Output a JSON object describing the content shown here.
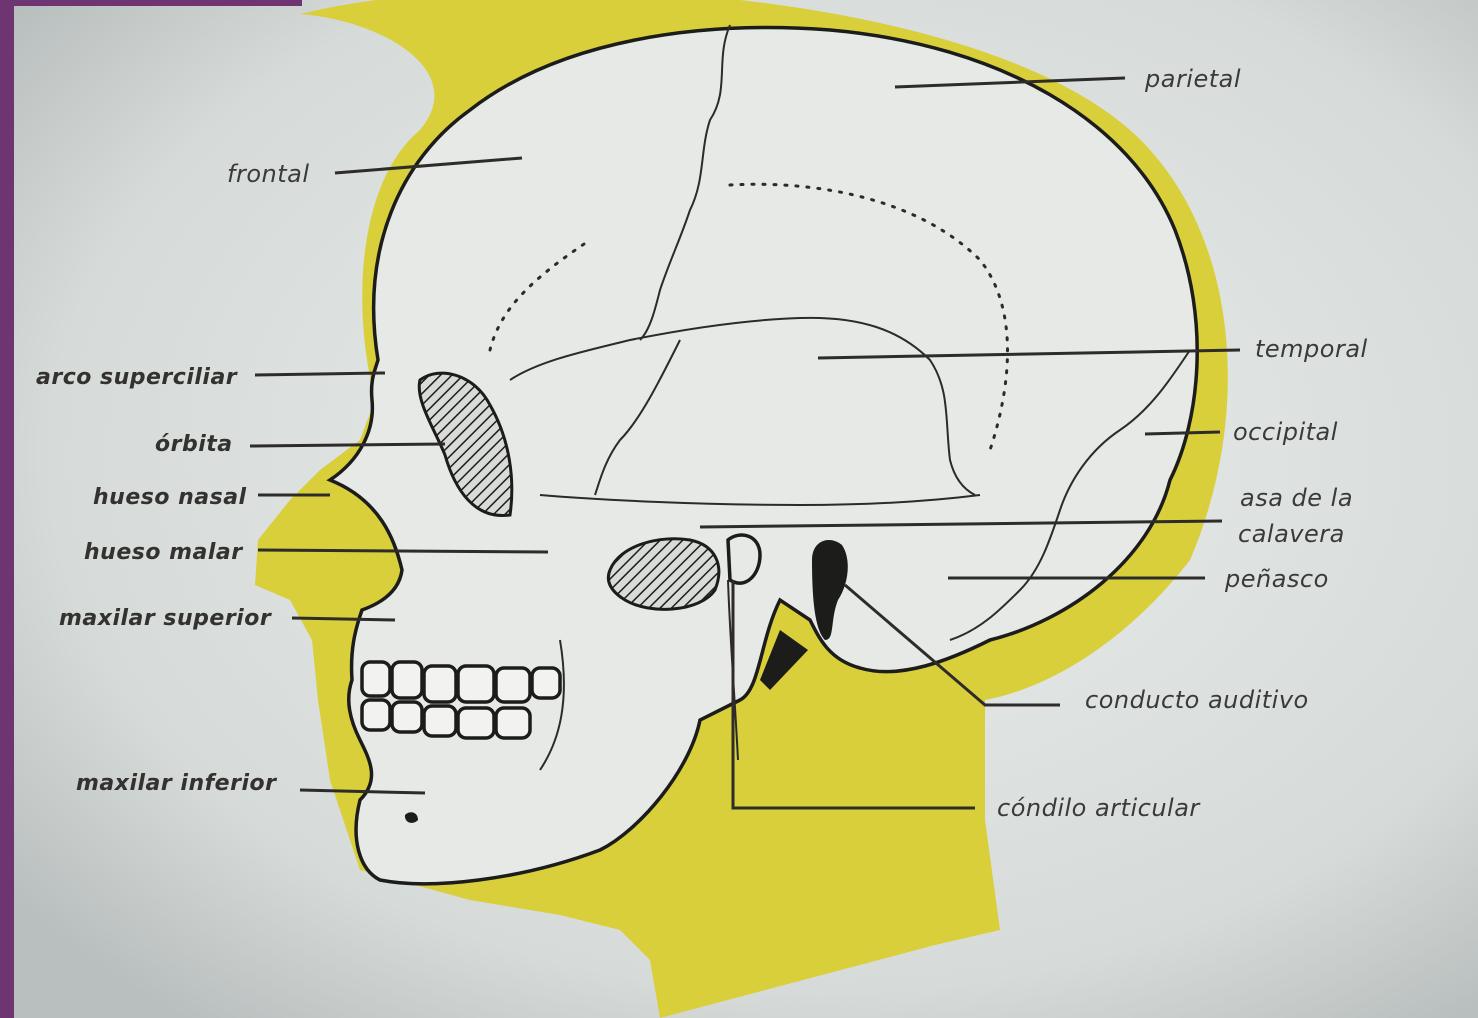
{
  "diagram": {
    "labels": {
      "parietal": "parietal",
      "frontal": "frontal",
      "temporal": "temporal",
      "arco_superciliar": "arco superciliar",
      "orbita": "órbita",
      "occipital": "occipital",
      "hueso_nasal": "hueso nasal",
      "asa_line1": "asa de la",
      "asa_line2": "calavera",
      "hueso_malar": "hueso malar",
      "penasco": "peñasco",
      "maxilar_superior": "maxilar superior",
      "conducto_auditivo": "conducto auditivo",
      "maxilar_inferior": "maxilar inferior",
      "condilo_articular": "cóndilo articular"
    },
    "colors": {
      "frame": "#6f3573",
      "paper": "#dfe3e1",
      "head_outline": "#d8cf3a",
      "bone": "#e6e9e6",
      "ink": "#2d2c2a"
    }
  }
}
